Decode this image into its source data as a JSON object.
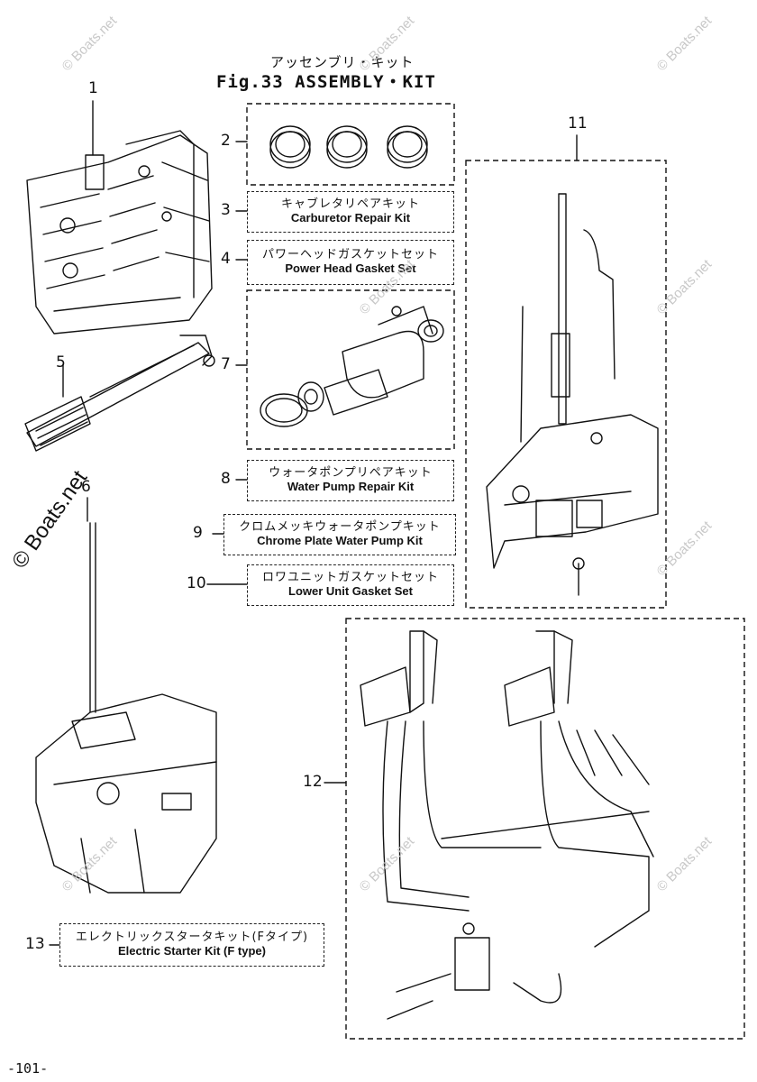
{
  "figure": {
    "title_jp": "アッセンブリ・キット",
    "title_en": "Fig.33  ASSEMBLY・KIT"
  },
  "callouts": [
    "1",
    "2",
    "3",
    "4",
    "5",
    "6",
    "7",
    "8",
    "9",
    "10",
    "11",
    "12",
    "13"
  ],
  "kits": {
    "carburetor": {
      "jp": "キャブレタリペアキット",
      "en": "Carburetor Repair Kit"
    },
    "power_head": {
      "jp": "パワーヘッドガスケットセット",
      "en": "Power Head Gasket Set"
    },
    "water_pump": {
      "jp": "ウォータポンプリペアキット",
      "en": "Water Pump Repair Kit"
    },
    "chrome_water_pump": {
      "jp": "クロムメッキウォータポンプキット",
      "en": "Chrome Plate Water Pump Kit"
    },
    "lower_unit": {
      "jp": "ロワユニットガスケットセット",
      "en": "Lower Unit Gasket Set"
    },
    "electric_starter": {
      "jp": "エレクトリックスタータキット(Fタイプ)",
      "en": "Electric Starter Kit (F type)"
    }
  },
  "watermark": "© Boats.net",
  "page_number": "-101-",
  "icons": [
    "power-head-drawing",
    "piston-ring-icon",
    "driveshaft-housing-drawing",
    "lower-unit-drawing",
    "water-pump-drawing",
    "remote-control-drawing"
  ]
}
